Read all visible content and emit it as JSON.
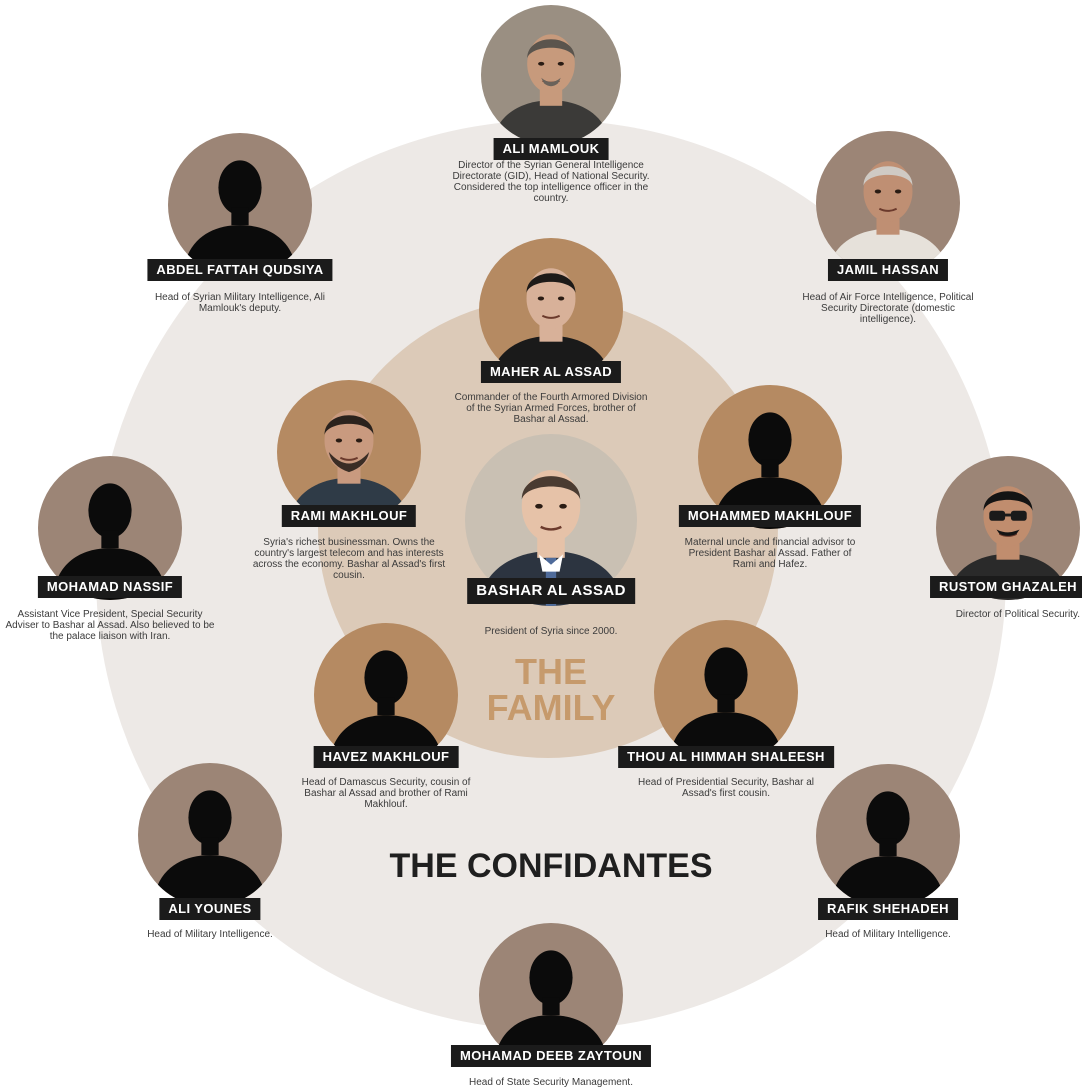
{
  "titles": {
    "family": "THE FAMILY",
    "confidantes": "THE CONFIDANTES"
  },
  "colors": {
    "outer_ring": "#ede9e6",
    "inner_ring": "#dccab8",
    "family_title": "#c69a6c",
    "nameplate": "#1b1b1b",
    "family_portrait": "#b58a62",
    "confidante_portrait": "#9c8576"
  },
  "people": [
    {
      "id": "ali-mamlouk",
      "name": "ALI MAMLOUK",
      "description": "Director of the Syrian General Intelligence Directorate (GID), Head of National Security. Considered the top intelligence officer in the country.",
      "group": "confidantes",
      "image": "photo"
    },
    {
      "id": "abdel-fattah-qudsiya",
      "name": "ABDEL FATTAH QUDSIYA",
      "description": "Head of Syrian Military Intelligence, Ali Mamlouk's deputy.",
      "group": "confidantes",
      "image": "silhouette"
    },
    {
      "id": "jamil-hassan",
      "name": "JAMIL HASSAN",
      "description": "Head of Air Force Intelligence, Political Security Directorate (domestic intelligence).",
      "group": "confidantes",
      "image": "photo"
    },
    {
      "id": "maher-al-assad",
      "name": "MAHER AL ASSAD",
      "description": "Commander of the Fourth Armored Division of the Syrian Armed Forces, brother of Bashar al Assad.",
      "group": "family",
      "image": "photo"
    },
    {
      "id": "rami-makhlouf",
      "name": "RAMI MAKHLOUF",
      "description": "Syria's richest businessman. Owns the country's largest telecom and has interests across the economy. Bashar al Assad's first cousin.",
      "group": "family",
      "image": "photo"
    },
    {
      "id": "mohammed-makhlouf",
      "name": "MOHAMMED MAKHLOUF",
      "description": "Maternal uncle and financial advisor to President Bashar al Assad. Father of Rami and Hafez.",
      "group": "family",
      "image": "silhouette"
    },
    {
      "id": "bashar-al-assad",
      "name": "BASHAR AL ASSAD",
      "description": "President of Syria since 2000.",
      "group": "center",
      "image": "photo"
    },
    {
      "id": "mohamad-nassif",
      "name": "MOHAMAD NASSIF",
      "description": "Assistant Vice President, Special Security Adviser to Bashar al Assad. Also believed to be the palace liaison with Iran.",
      "group": "confidantes",
      "image": "silhouette"
    },
    {
      "id": "rustom-ghazaleh",
      "name": "RUSTOM GHAZALEH",
      "description": "Director of Political Security.",
      "group": "confidantes",
      "image": "photo"
    },
    {
      "id": "havez-makhlouf",
      "name": "HAVEZ MAKHLOUF",
      "description": "Head of Damascus Security, cousin of Bashar al Assad and brother of Rami Makhlouf.",
      "group": "family",
      "image": "silhouette"
    },
    {
      "id": "thou-al-himmah-shaleesh",
      "name": "THOU AL HIMMAH SHALEESH",
      "description": "Head of Presidential Security, Bashar al Assad's first cousin.",
      "group": "family",
      "image": "silhouette"
    },
    {
      "id": "ali-younes",
      "name": "ALI YOUNES",
      "description": "Head of Military Intelligence.",
      "group": "confidantes",
      "image": "silhouette"
    },
    {
      "id": "rafik-shehadeh",
      "name": "RAFIK SHEHADEH",
      "description": "Head of Military Intelligence.",
      "group": "confidantes",
      "image": "silhouette"
    },
    {
      "id": "mohamad-deeb-zaytoun",
      "name": "MOHAMAD DEEB ZAYTOUN",
      "description": "Head of State Security Management.",
      "group": "confidantes",
      "image": "silhouette"
    }
  ]
}
